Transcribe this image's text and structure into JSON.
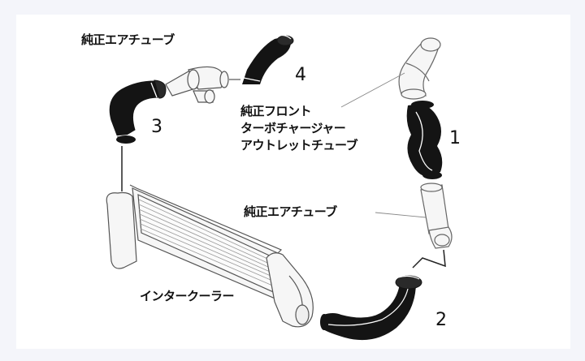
{
  "labels": {
    "oem_air_tube_top": "純正エアチューブ",
    "oem_front_turbo_outlet": [
      "純正フロント",
      "ターボチャージャー",
      "アウトレットチューブ"
    ],
    "oem_air_tube_right": "純正エアチューブ",
    "intercooler": "インタークーラー"
  },
  "numbers": {
    "part1": "1",
    "part2": "2",
    "part3": "3",
    "part4": "4"
  },
  "colors": {
    "outline": "#3a3a3a",
    "hose_fill": "#141414",
    "part_fill": "#f6f6f6"
  }
}
